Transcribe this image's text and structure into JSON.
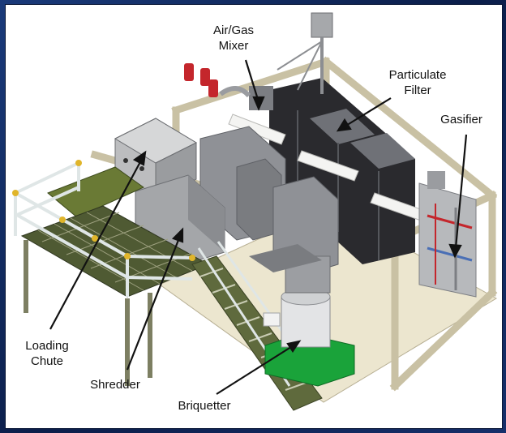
{
  "labels": {
    "air_gas_mixer": [
      "Air/Gas",
      "Mixer"
    ],
    "particulate_filter": [
      "Particulate",
      "Filter"
    ],
    "gasifier": "Gasifier",
    "loading_chute": [
      "Loading",
      "Chute"
    ],
    "shredder": "Shredder",
    "briquetter": "Briquetter"
  },
  "colors": {
    "frame": "#c9c1a4",
    "filter_dark": "#2a2a2e",
    "equipment_grey": "#8f9196",
    "platform_green": "#4f5a33",
    "briquetter_green": "#1aa33a",
    "railing": "#dfe6e6"
  }
}
